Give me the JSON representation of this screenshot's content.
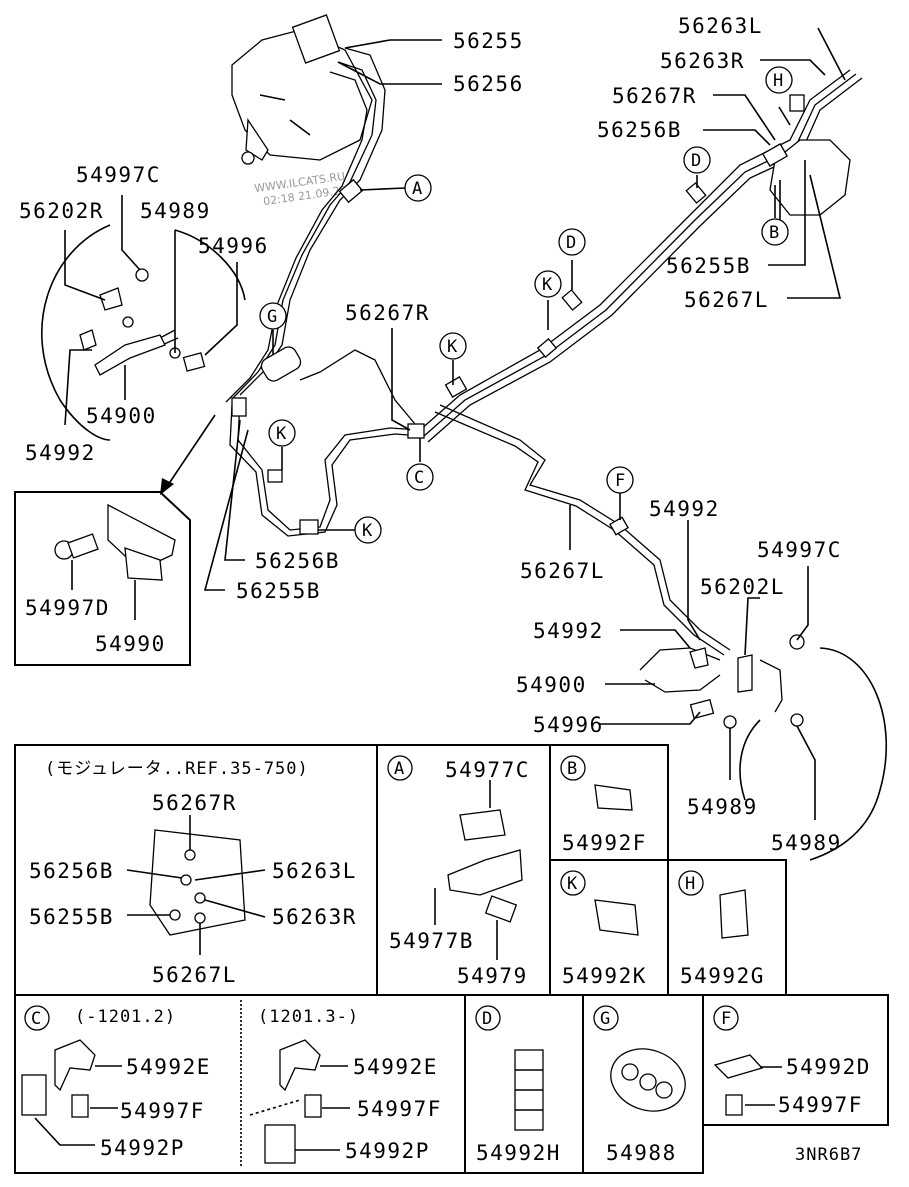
{
  "watermark": {
    "site": "WWW.ILCATS.RU",
    "time": "02:18 21.09.2024"
  },
  "diagram_code": "3NR6B7",
  "main_labels": {
    "p56255_top": "56255",
    "p56256_top": "56256",
    "p56263L_top": "56263L",
    "p56263R_top": "56263R",
    "p56267R_top": "56267R",
    "p56256B_top": "56256B",
    "p56255B_right": "56255B",
    "p56267L_right": "56267L",
    "p54997C_left": "54997C",
    "p56202R": "56202R",
    "p54989_left": "54989",
    "p54996_left": "54996",
    "p54900_left": "54900",
    "p54992_left": "54992",
    "p56267R_mid": "56267R",
    "p56256B_mid": "56256B",
    "p56255B_mid": "56255B",
    "p56267L_mid": "56267L",
    "p54992_right_a": "54992",
    "p54997C_right": "54997C",
    "p56202L": "56202L",
    "p54992_right_b": "54992",
    "p54900_right": "54900",
    "p54996_right": "54996",
    "p54989_right_a": "54989",
    "p54989_right_b": "54989"
  },
  "callouts": {
    "A": "A",
    "B": "B",
    "C": "C",
    "D1": "D",
    "D2": "D",
    "F": "F",
    "G": "G",
    "H": "H",
    "K1": "K",
    "K2": "K",
    "K3": "K",
    "K4": "K"
  },
  "inset": {
    "p54997D": "54997D",
    "p54990": "54990"
  },
  "modulator_panel": {
    "title": "(モジュレータ..REF.35-750)",
    "p56267R": "56267R",
    "p56256B": "56256B",
    "p56263L": "56263L",
    "p56255B": "56255B",
    "p56263R": "56263R",
    "p56267L": "56267L"
  },
  "panel_A": {
    "letter": "A",
    "p54977C": "54977C",
    "p54977B": "54977B",
    "p54979": "54979"
  },
  "panel_B": {
    "letter": "B",
    "part": "54992F"
  },
  "panel_K": {
    "letter": "K",
    "part": "54992K"
  },
  "panel_H": {
    "letter": "H",
    "part": "54992G"
  },
  "panel_C": {
    "letter": "C",
    "range1": "(-1201.2)",
    "range2": "(1201.3-)",
    "p54992E_1": "54992E",
    "p54997F_1": "54997F",
    "p54992P_1": "54992P",
    "p54992E_2": "54992E",
    "p54997F_2": "54997F",
    "p54992P_2": "54992P"
  },
  "panel_D": {
    "letter": "D",
    "part": "54992H"
  },
  "panel_G": {
    "letter": "G",
    "part": "54988"
  },
  "panel_F": {
    "letter": "F",
    "p54992D": "54992D",
    "p54997F": "54997F"
  }
}
